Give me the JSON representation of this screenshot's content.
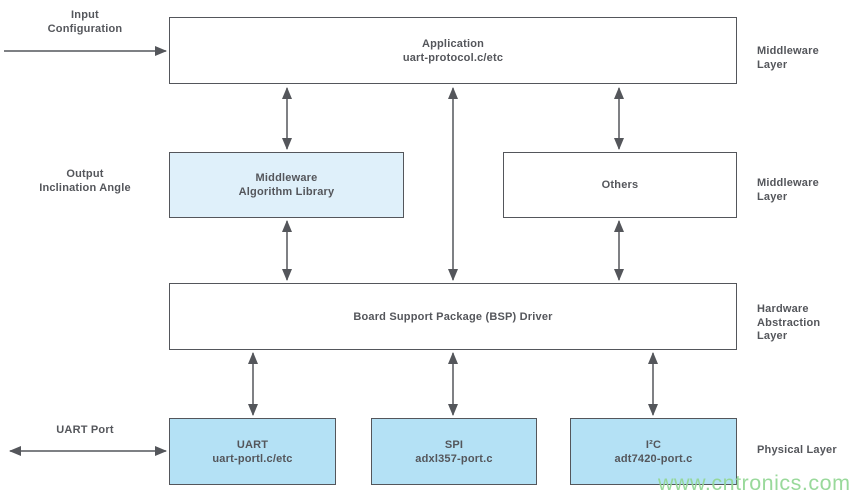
{
  "boxes": {
    "application": {
      "title": "Application",
      "subtitle": "uart-protocol.c/etc"
    },
    "middleware_library": {
      "title": "Middleware",
      "subtitle": "Algorithm Library"
    },
    "others": {
      "title": "Others"
    },
    "bsp": {
      "title": "Board Support Package (BSP) Driver"
    },
    "uart": {
      "title": "UART",
      "subtitle": "uart-portl.c/etc"
    },
    "spi": {
      "title": "SPI",
      "subtitle": "adxl357-port.c"
    },
    "i2c": {
      "title": "I²C",
      "subtitle": "adt7420-port.c"
    }
  },
  "left_labels": {
    "input": {
      "line1": "Input",
      "line2": "Configuration"
    },
    "output": {
      "line1": "Output",
      "line2": "Inclination Angle"
    },
    "uart_port": "UART Port"
  },
  "right_labels": {
    "middleware_top": "Middleware Layer",
    "middleware_mid": "Middleware Layer",
    "hal_line1": "Hardware",
    "hal_line2": "Abstraction Layer",
    "physical": "Physical Layer"
  },
  "watermark": "www.cntronics.com",
  "colors": {
    "line": "#54565B",
    "text": "#54565B",
    "fill_light_blue": "#DFF0FA",
    "fill_blue": "#B4E1F5",
    "watermark_green": "#94D796",
    "background": "#FFFFFF"
  }
}
